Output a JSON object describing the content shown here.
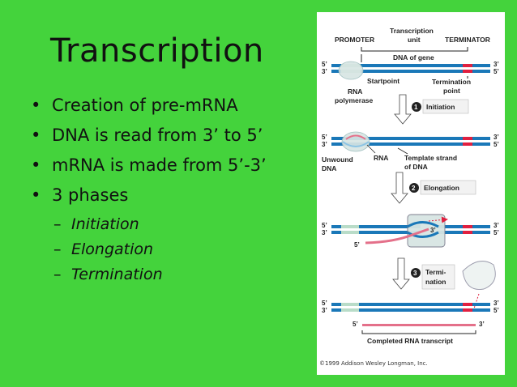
{
  "slide": {
    "title": "Transcription",
    "bullets": [
      "Creation of pre-mRNA",
      "DNA is read from 3’ to 5’",
      "mRNA is made from 5’-3’",
      "3 phases"
    ],
    "sub_bullets": [
      "Initiation",
      "Elongation",
      "Termination"
    ]
  },
  "figure": {
    "labels": {
      "promoter": "PROMOTER",
      "transcription_unit_1": "Transcription",
      "transcription_unit_2": "unit",
      "terminator": "TERMINATOR",
      "dna_of_gene": "DNA of gene",
      "startpoint": "Startpoint",
      "rna_pol_1": "RNA",
      "rna_pol_2": "polymerase",
      "term_point_1": "Termination",
      "term_point_2": "point",
      "unwound_1": "Unwound",
      "unwound_2": "DNA",
      "rna": "RNA",
      "template_1": "Template strand",
      "template_2": "of DNA",
      "completed": "Completed RNA transcript",
      "five": "5’",
      "three": "3’"
    },
    "steps": [
      {
        "num": "1",
        "label": "Initiation"
      },
      {
        "num": "2",
        "label": "Elongation"
      },
      {
        "num": "3",
        "label_1": "Termi-",
        "label_2": "nation"
      }
    ],
    "copyright": "©1999 Addison Wesley Longman, Inc."
  },
  "colors": {
    "background": "#44d33c",
    "dna_strand": "#1a78b8",
    "dna_strand_light": "#8cc4e4",
    "promoter": "#b9dcc8",
    "terminator": "#e02040",
    "rna": "#e4708a",
    "polymerase": "#d7e5e3"
  }
}
